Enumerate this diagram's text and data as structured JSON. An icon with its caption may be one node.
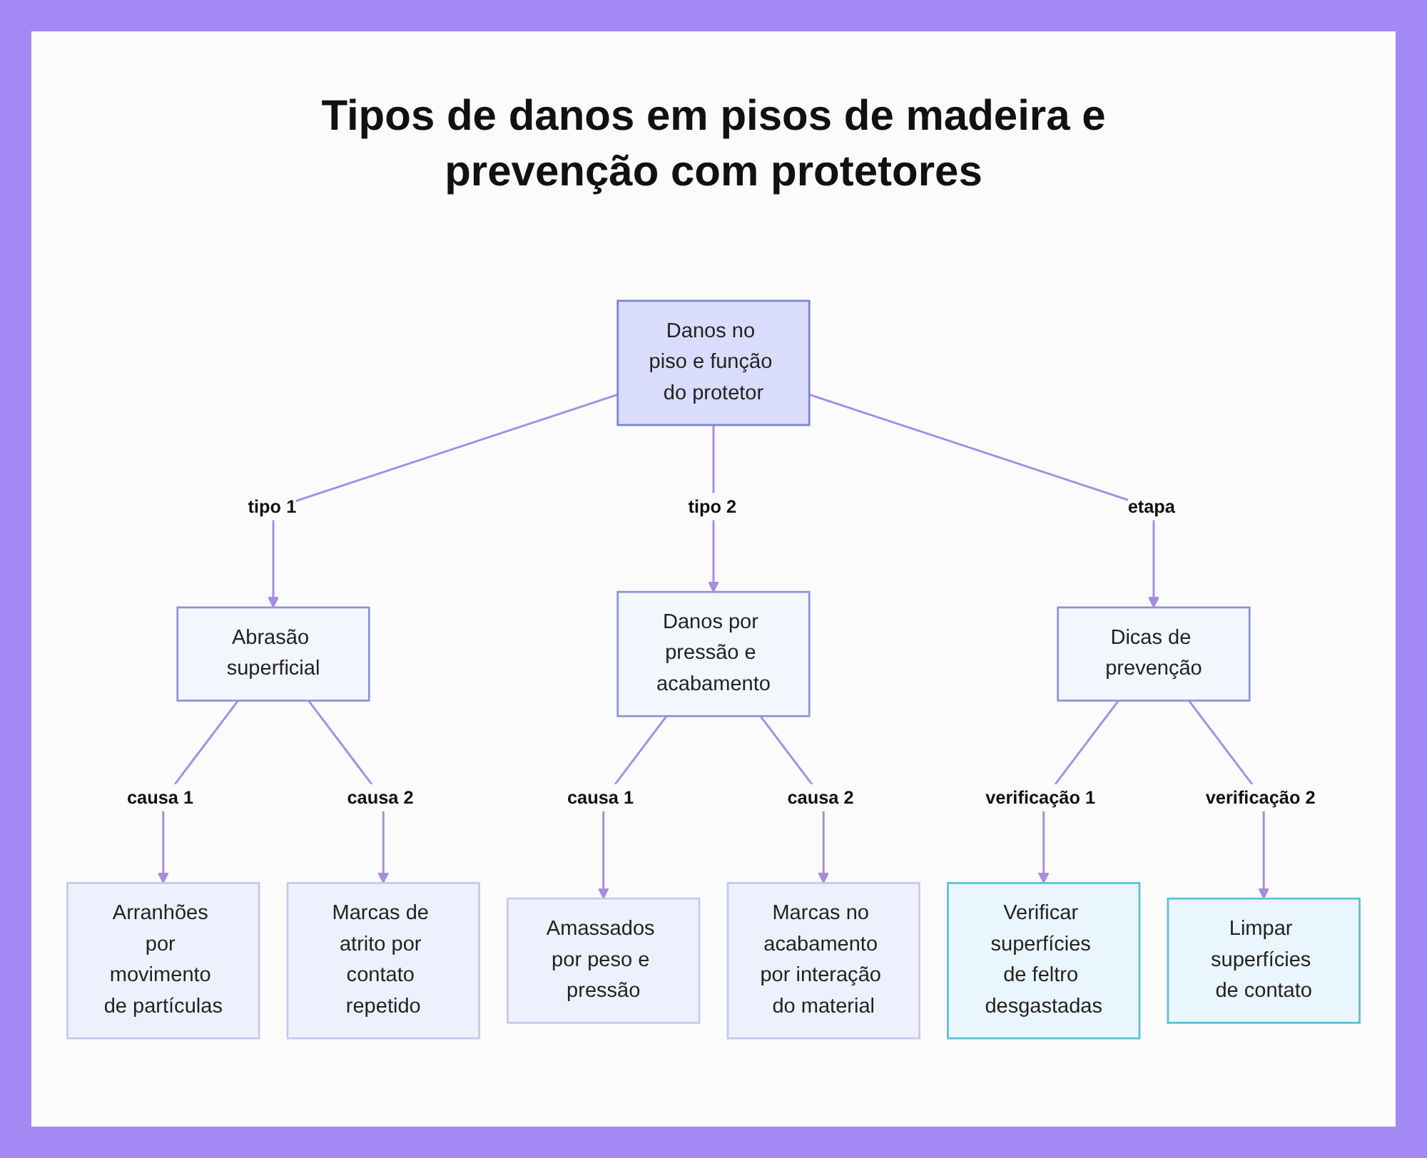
{
  "diagram": {
    "title": "Tipos de danos em pisos de madeira e prevenção com protetores",
    "nodes": [
      {
        "text": [
          "Danos no piso e função do protetor"
        ]
      },
      {
        "text": [
          "Abrasão superficial"
        ]
      },
      {
        "text": [
          "Danos por pressão e acabamento"
        ]
      },
      {
        "text": [
          "Dicas de prevenção"
        ]
      },
      {
        "text": [
          "Arranhões por movimento de partículas"
        ]
      },
      {
        "text": [
          "Marcas de atrito por contato repetido"
        ]
      },
      {
        "text": [
          "Amassados por peso e pressão"
        ]
      },
      {
        "text": [
          "Marcas no acabamento por interação do material"
        ]
      },
      {
        "text": [
          "Verificar superfícies de feltro desgastadas"
        ]
      },
      {
        "text": [
          "Limpar superfícies de contato"
        ]
      }
    ],
    "edges": [
      {
        "from": 0,
        "to": 1,
        "arrow": "to",
        "label": "tipo 1"
      },
      {
        "from": 0,
        "to": 2,
        "arrow": "to",
        "label": "tipo 2"
      },
      {
        "from": 0,
        "to": 3,
        "arrow": "to",
        "label": "etapa"
      },
      {
        "from": 1,
        "to": 4,
        "arrow": "to",
        "label": "causa 1"
      },
      {
        "from": 1,
        "to": 5,
        "arrow": "to",
        "label": "causa 2"
      },
      {
        "from": 2,
        "to": 6,
        "arrow": "to",
        "label": "causa 1"
      },
      {
        "from": 2,
        "to": 7,
        "arrow": "to",
        "label": "causa 2"
      },
      {
        "from": 3,
        "to": 8,
        "arrow": "to",
        "label": "verificação 1"
      },
      {
        "from": 3,
        "to": 9,
        "arrow": "to",
        "label": "verificação 2"
      }
    ]
  }
}
